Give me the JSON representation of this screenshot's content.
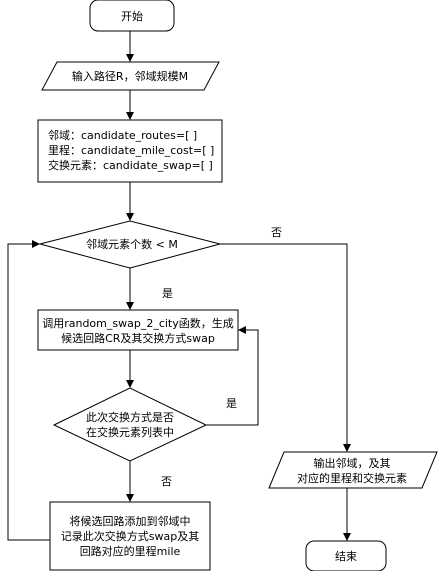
{
  "flowchart": {
    "start": "开始",
    "input": "输入路径R，邻域规模M",
    "init": [
      "邻域：candidate_routes=[ ]",
      "里程：candidate_mile_cost=[ ]",
      "交换元素：candidate_swap=[ ]"
    ],
    "loop_condition": "邻域元素个数  < M",
    "call": [
      "调用random_swap_2_city函数，生成",
      "候选回路CR及其交换方式swap"
    ],
    "swap_check": [
      "此次交换方式是否",
      "在交换元素列表中"
    ],
    "append": [
      "将候选回路添加到邻域中",
      "记录此次交换方式swap及其",
      "回路对应的里程mile"
    ],
    "output": [
      "输出邻域，及其",
      "对应的里程和交换元素"
    ],
    "end": "结束"
  },
  "edge_labels": {
    "loop_yes": "是",
    "loop_no": "否",
    "check_yes": "是",
    "check_no": "否"
  }
}
